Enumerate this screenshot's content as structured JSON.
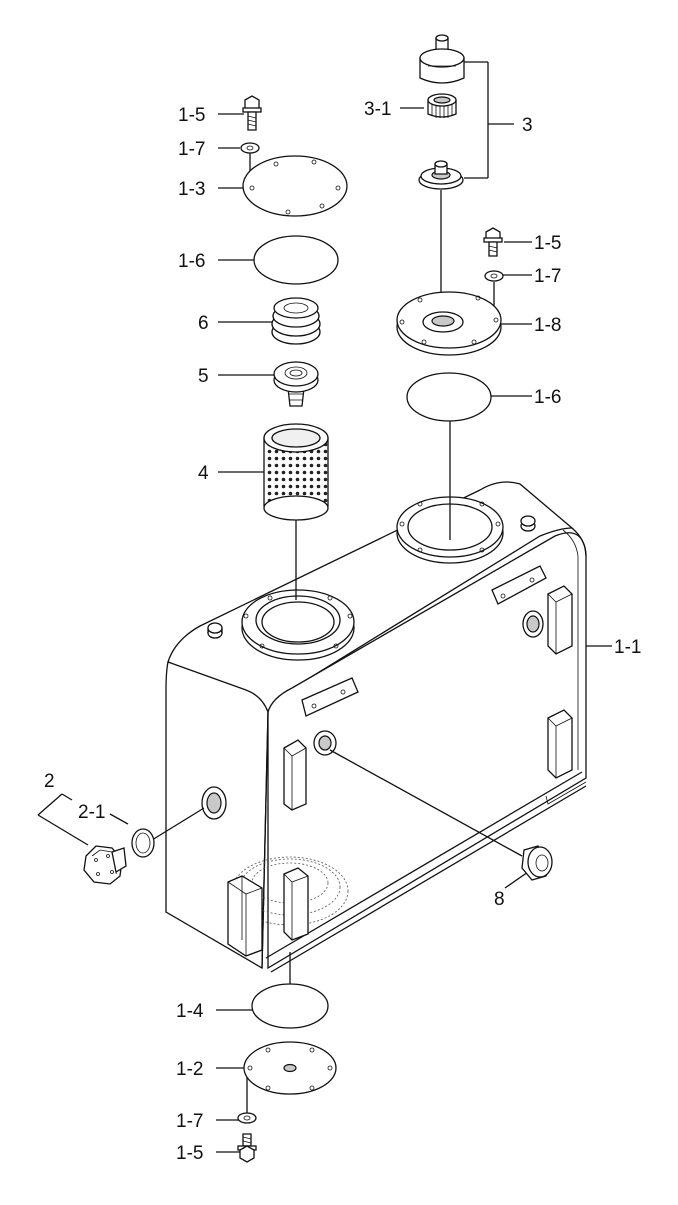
{
  "labels": {
    "l_1_5_top": "1-5",
    "l_1_7_top": "1-7",
    "l_1_3": "1-3",
    "l_1_6_left": "1-6",
    "l_6": "6",
    "l_5": "5",
    "l_4": "4",
    "l_3": "3",
    "l_3_1": "3-1",
    "l_1_5_right": "1-5",
    "l_1_7_right": "1-7",
    "l_1_8": "1-8",
    "l_1_6_right": "1-6",
    "l_1_1": "1-1",
    "l_2": "2",
    "l_2_1": "2-1",
    "l_8": "8",
    "l_1_4": "1-4",
    "l_1_2": "1-2",
    "l_1_7_bottom": "1-7",
    "l_1_5_bottom": "1-5"
  }
}
